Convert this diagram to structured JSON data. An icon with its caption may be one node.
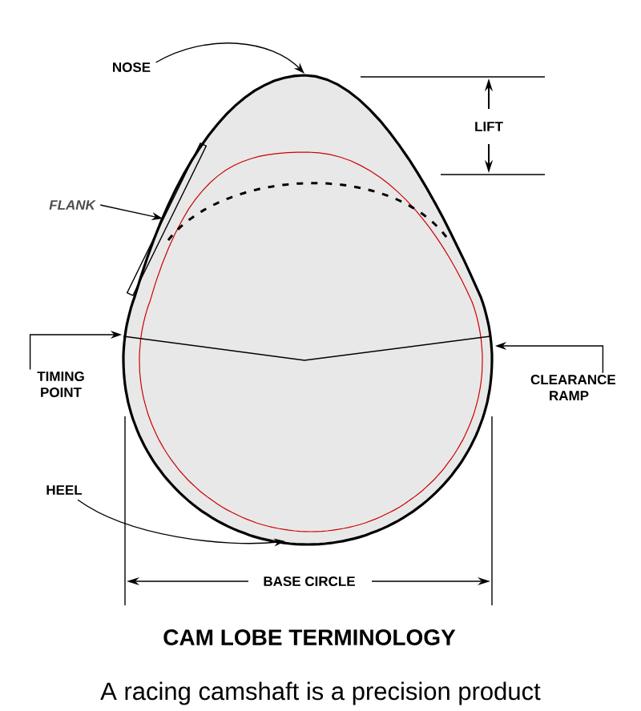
{
  "diagram": {
    "title": "CAM LOBE TERMINOLOGY",
    "nodes": [
      {
        "text": [
          "NOSE"
        ]
      },
      {
        "text": [
          "FLANK"
        ]
      },
      {
        "text": [
          "TIMING POINT"
        ]
      },
      {
        "text": [
          "CLEARANCE RAMP"
        ]
      },
      {
        "text": [
          "HEEL"
        ]
      },
      {
        "text": [],
        "shape": "bracket"
      }
    ],
    "edges": [
      {
        "from": 0,
        "to": null,
        "arrow": "to"
      },
      {
        "from": 1,
        "to": 5,
        "arrow": "to"
      },
      {
        "from": 2,
        "to": null,
        "arrow": "to"
      },
      {
        "from": 3,
        "to": null,
        "arrow": "to"
      },
      {
        "from": 4,
        "to": null,
        "arrow": "to"
      }
    ],
    "labels": [
      "LIFT",
      "BASE CIRCLE",
      "A racing camshaft is a precision product"
    ]
  }
}
